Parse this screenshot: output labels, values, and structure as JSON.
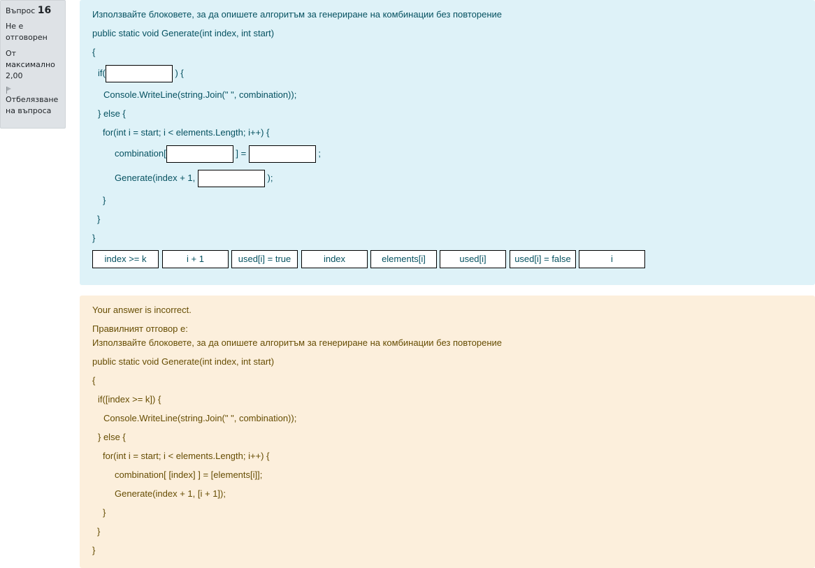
{
  "info": {
    "question_prefix": "Въпрос",
    "question_number": "16",
    "state_line1": "Не е",
    "state_line2": "отговорен",
    "grade_line1": "От",
    "grade_line2": "максимално",
    "grade_line3": "2,00",
    "flag_icon": "flag-icon",
    "flag_line1": "Отбелязване",
    "flag_line2": "на въпроса"
  },
  "question": {
    "intro": "Използвайте блоковете, за да опишете алгоритъм за генериране на комбинации без повторение",
    "signature": "public static void Generate(int index, int start)",
    "open_brace": "{",
    "if_prefix": "if(",
    "if_suffix": ") {",
    "console_line": "Console.WriteLine(string.Join(\" \", combination));",
    "else_line": "} else {",
    "for_line": "for(int i = start; i < elements.Length; i++) {",
    "combination_prefix": "combination[",
    "combination_mid": "] =",
    "combination_suffix": ";",
    "generate_prefix": "Generate(index + 1,",
    "generate_suffix": ");",
    "close_for": "}",
    "close_else": "}",
    "close_method": "}"
  },
  "choices": [
    "index >= k",
    "i + 1",
    "used[i] = true",
    "index",
    "elements[i]",
    "used[i]",
    "used[i] = false",
    "i"
  ],
  "feedback": {
    "incorrect": "Your answer is incorrect.",
    "correct_label": "Правилният отговор е:",
    "intro": "Използвайте блоковете, за да опишете алгоритъм за генериране на комбинации без повторение",
    "signature": "public static void Generate(int index, int start)",
    "open_brace": "{",
    "if_line": "if([index >= k]) {",
    "console_line": "Console.WriteLine(string.Join(\" \", combination));",
    "else_line": "} else {",
    "for_line": "for(int i = start; i < elements.Length; i++) {",
    "combination_line": "combination[ [index] ] = [elements[i]];",
    "generate_line": "Generate(index + 1, [i + 1]);",
    "close_for": "}",
    "close_else": "}",
    "close_method": "}"
  },
  "colors": {
    "question_bg": "#def2f8",
    "question_text": "#055160",
    "feedback_bg": "#fcefdc",
    "feedback_text": "#664d03",
    "info_bg": "#dee2e6"
  }
}
